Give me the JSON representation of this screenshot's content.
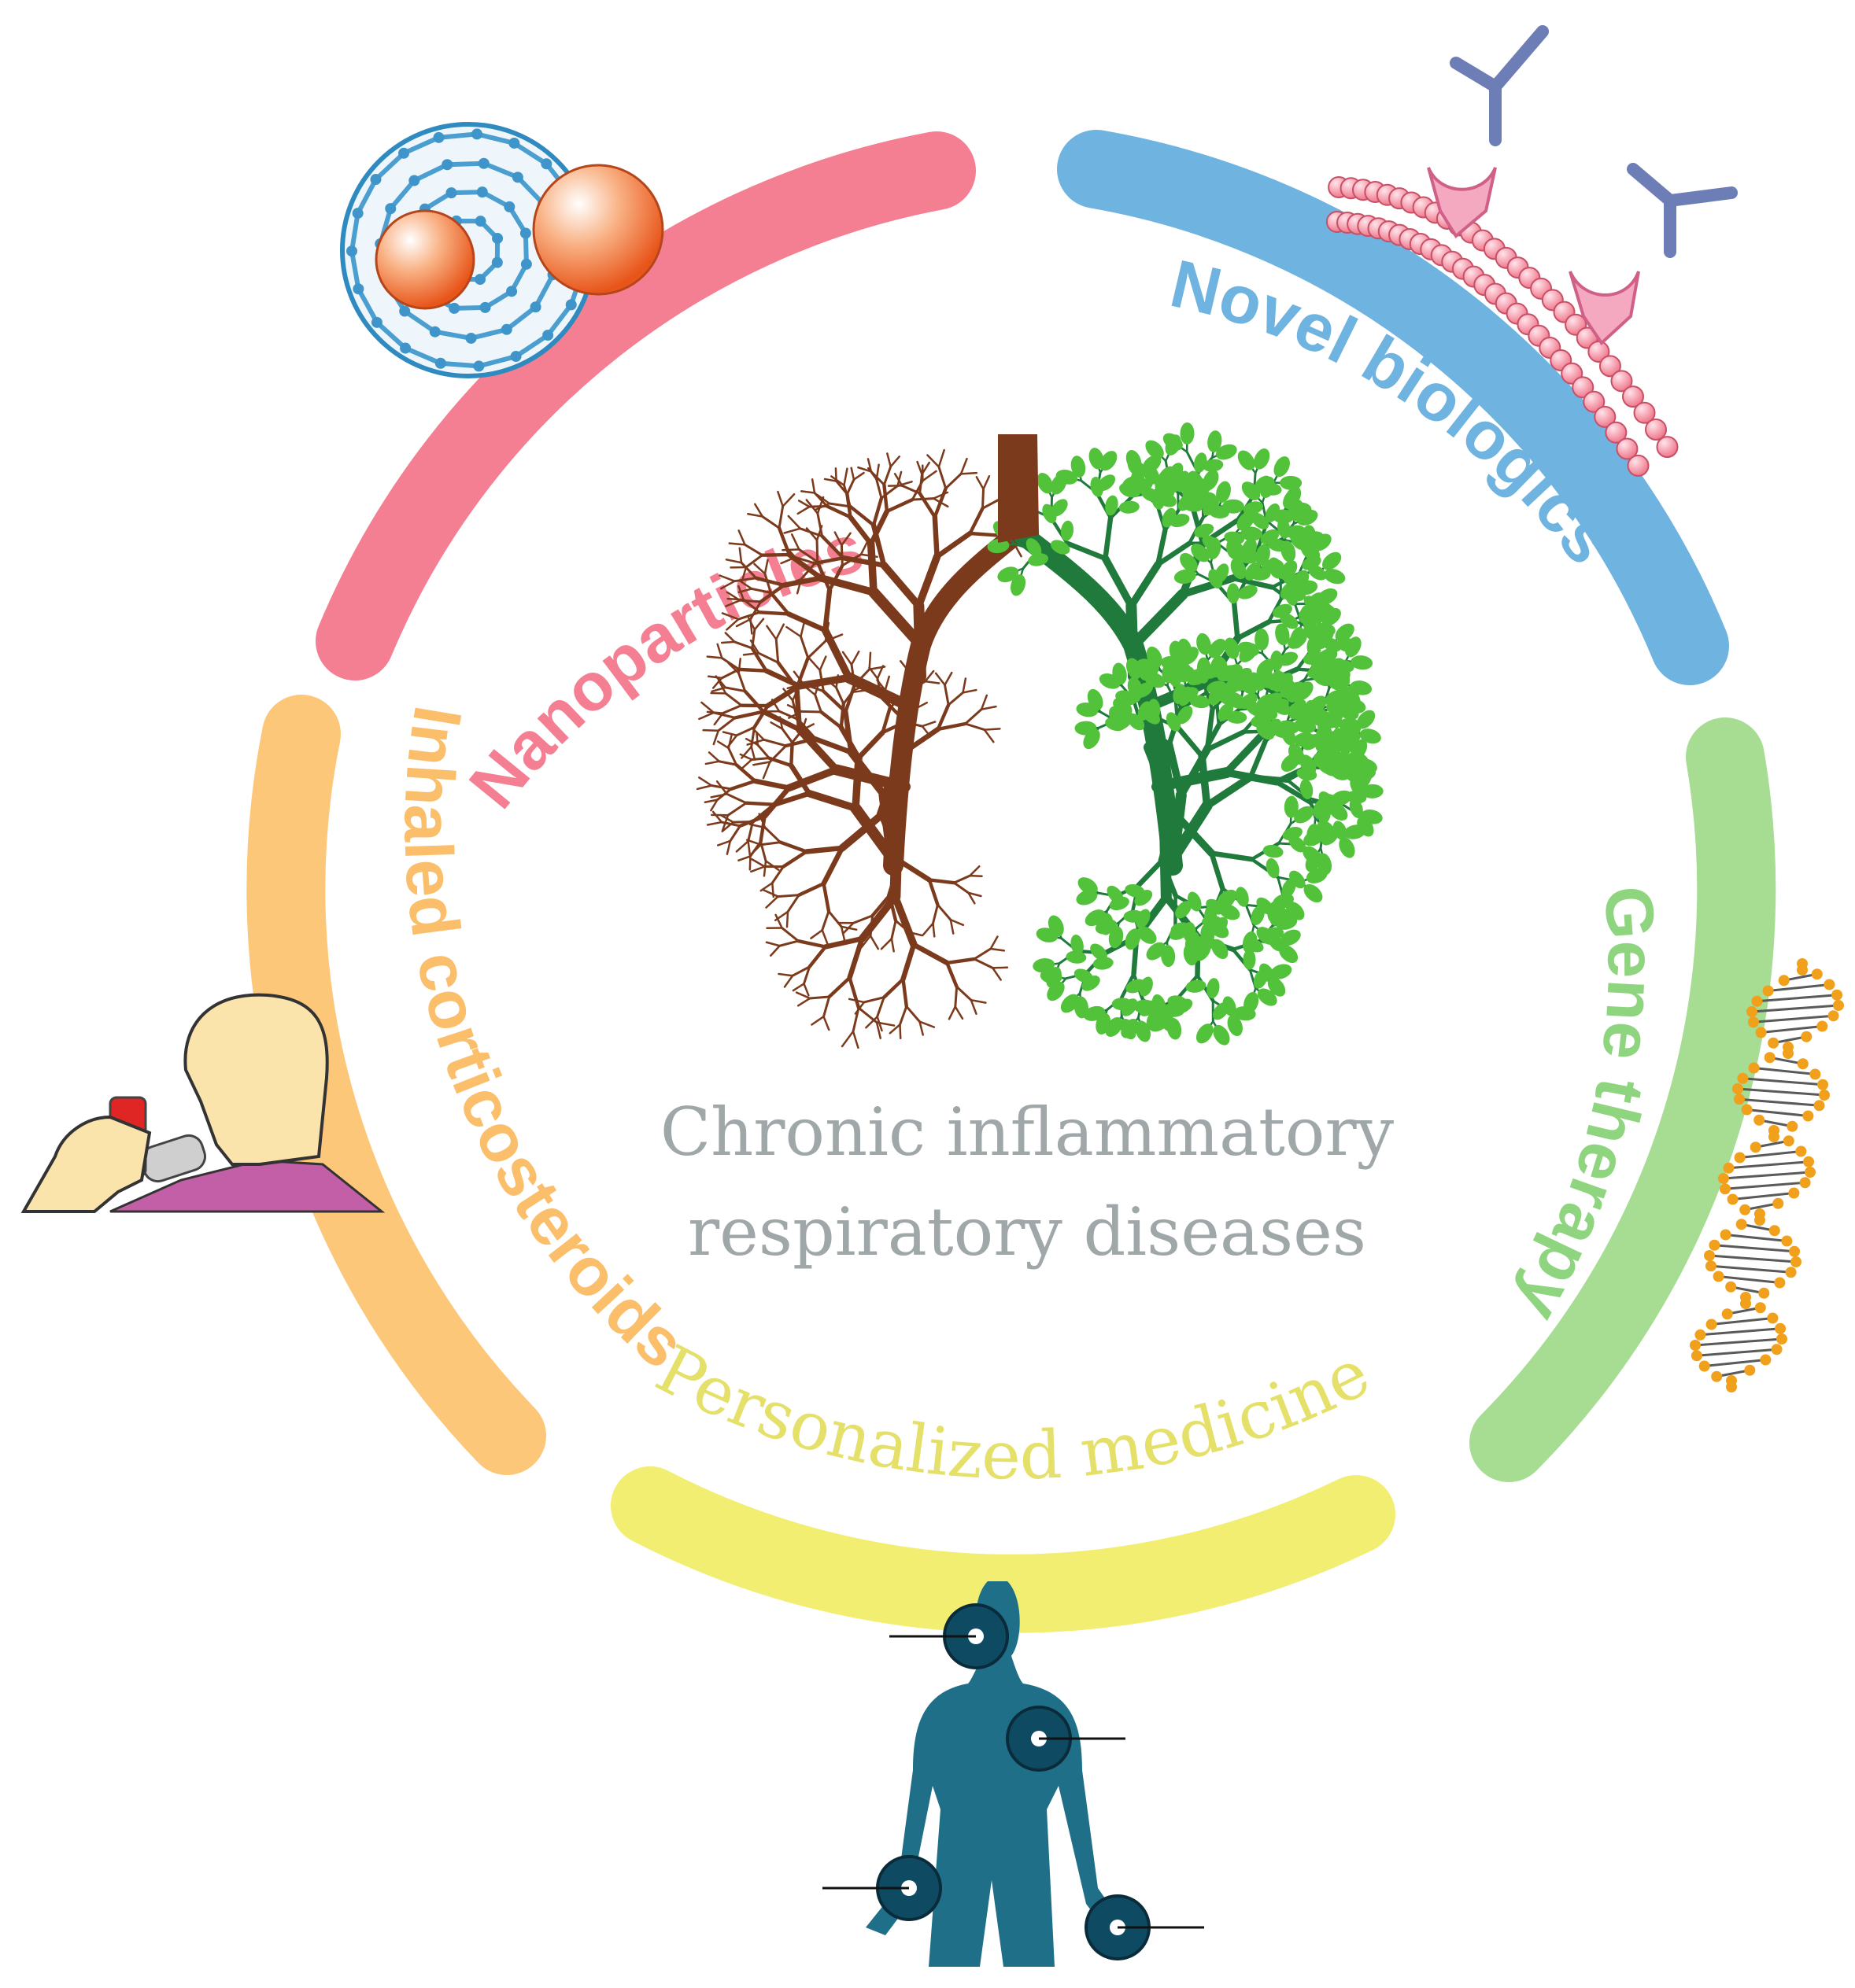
{
  "center": {
    "title_line1": "Chronic inflammatory",
    "title_line2": "respiratory diseases",
    "color": "#9fa7a8"
  },
  "segments": [
    {
      "id": "nanoparticles",
      "label": "Nanoparticles",
      "color": "#f47f92",
      "icon": "fullerene-nanoparticle-icon"
    },
    {
      "id": "novel-biologics",
      "label": "Novel biologics",
      "color": "#6fb3e0",
      "icon": "antibody-membrane-icon"
    },
    {
      "id": "gene-therapy",
      "label": "Gene therapy",
      "color": "#8fd47f",
      "icon": "dna-helix-icon"
    },
    {
      "id": "personalized-medicine",
      "label": "Personalized medicine",
      "color": "#ede86c",
      "icon": "human-body-targets-icon"
    },
    {
      "id": "inhaled-corticosteroids",
      "label": "Inhaled corticosteroids",
      "color": "#fbbf6c",
      "icon": "inhaler-patient-icon"
    }
  ],
  "lungs": {
    "left_color": "#7b3a1c",
    "right_color": "#1f7a3c",
    "leaf_color": "#52c23a"
  }
}
